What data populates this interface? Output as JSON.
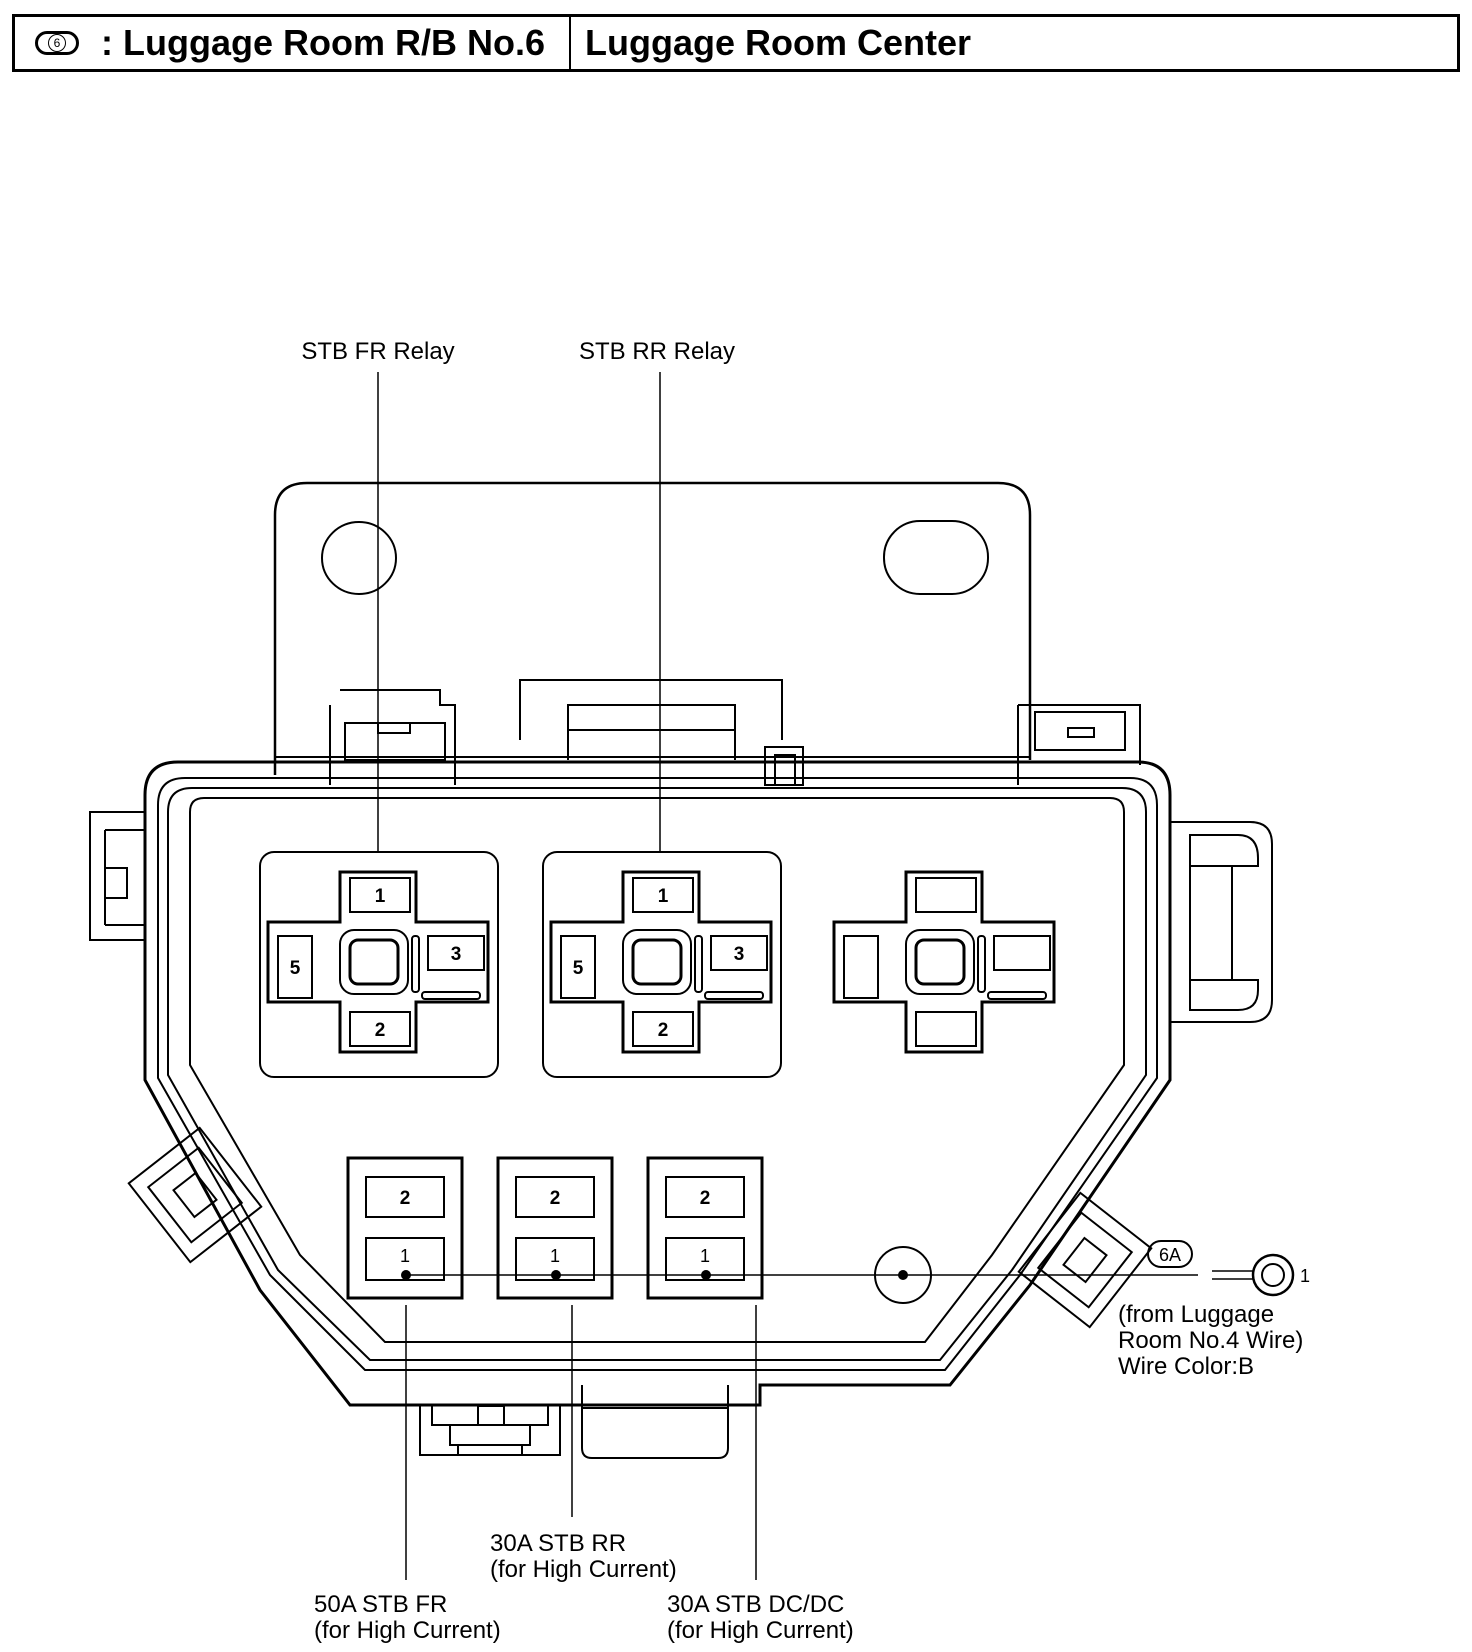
{
  "header": {
    "badge": "6",
    "title": ": Luggage Room R/B No.6",
    "location": "Luggage Room Center"
  },
  "relays": [
    {
      "label": "STB FR Relay",
      "terminals": [
        "1",
        "5",
        "3",
        "2"
      ]
    },
    {
      "label": "STB RR Relay",
      "terminals": [
        "1",
        "5",
        "3",
        "2"
      ]
    }
  ],
  "fuses": [
    {
      "top": "2",
      "bottom": "1",
      "label_line1": "50A STB FR",
      "label_line2": "(for High Current)"
    },
    {
      "top": "2",
      "bottom": "1",
      "label_line1": "30A STB RR",
      "label_line2": "(for High Current)"
    },
    {
      "top": "2",
      "bottom": "1",
      "label_line1": "30A STB DC/DC",
      "label_line2": "(for High Current)"
    }
  ],
  "connector": {
    "code": "6A",
    "terminal": "1",
    "note_line1": "(from Luggage",
    "note_line2": "Room No.4 Wire)",
    "note_line3": "Wire Color:B"
  }
}
